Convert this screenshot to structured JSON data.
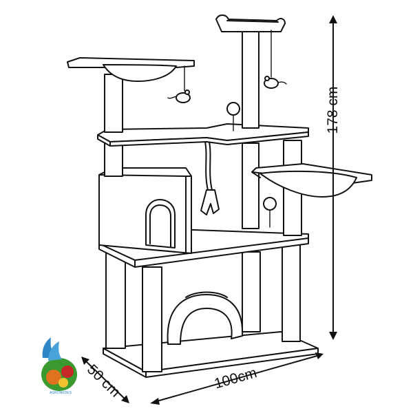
{
  "dimensions": {
    "height_label": "178 cm",
    "width_label": "100cm",
    "depth_label": "50 cm"
  },
  "colors": {
    "outline": "#111111",
    "background": "#ffffff",
    "logo_green": "#3a9a2f",
    "logo_blue": "#2f86c6",
    "logo_orange": "#e0731f",
    "logo_red": "#c62828"
  },
  "logo": {
    "caption": "AGRONEDES"
  }
}
